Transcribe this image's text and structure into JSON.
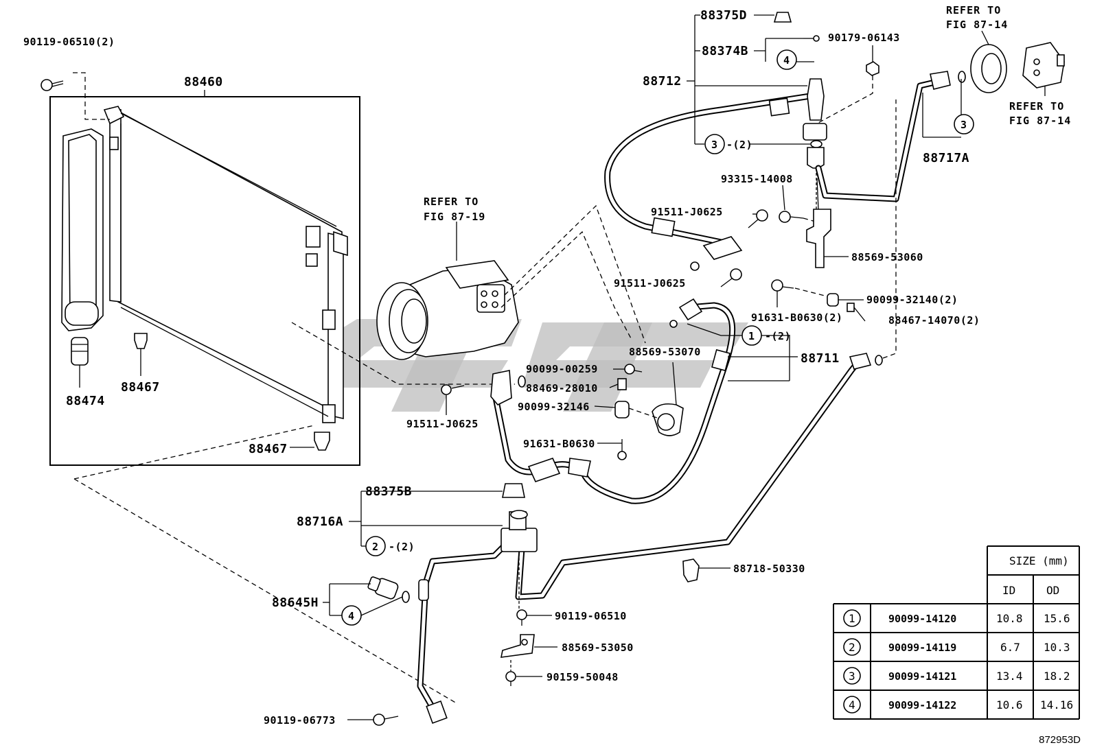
{
  "labels": {
    "p90119_06510_2": "90119-06510(2)",
    "p88460": "88460",
    "p88474": "88474",
    "p88467_a": "88467",
    "p88467_b": "88467",
    "ref_fig_87_19_l1": "REFER TO",
    "ref_fig_87_19_l2": "FIG 87-19",
    "p88375D": "88375D",
    "p88374B": "88374B",
    "p88712": "88712",
    "p90179_06143": "90179-06143",
    "ref_fig_87_14a_l1": "REFER TO",
    "ref_fig_87_14a_l2": "FIG 87-14",
    "ref_fig_87_14b_l1": "REFER TO",
    "ref_fig_87_14b_l2": "FIG 87-14",
    "p88717A": "88717A",
    "p93315_14008": "93315-14008",
    "p91511_J0625_a": "91511-J0625",
    "p91511_J0625_b": "91511-J0625",
    "p91511_J0625_c": "91511-J0625",
    "p88569_53060": "88569-53060",
    "p90099_32140_2": "90099-32140(2)",
    "p91631_B0630_2": "91631-B0630(2)",
    "p88467_14070_2": "88467-14070(2)",
    "p88569_53070": "88569-53070",
    "p88711": "88711",
    "p90099_00259": "90099-00259",
    "p88469_28010": "88469-28010",
    "p90099_32146": "90099-32146",
    "p91631_B0630": "91631-B0630",
    "p88375B": "88375B",
    "p88716A": "88716A",
    "p88645H": "88645H",
    "p88718_50330": "88718-50330",
    "p90119_06510": "90119-06510",
    "p88569_53050": "88569-53050",
    "p90159_50048": "90159-50048",
    "p90119_06773": "90119-06773",
    "qty_2": "-(2)",
    "callout_1": "1",
    "callout_2": "2",
    "callout_3": "3",
    "callout_4": "4"
  },
  "size_table": {
    "header": "SIZE (mm)",
    "col_id": "ID",
    "col_od": "OD",
    "rows": [
      {
        "ref": "1",
        "part": "90099-14120",
        "id": "10.8",
        "od": "15.6"
      },
      {
        "ref": "2",
        "part": "90099-14119",
        "id": "6.7",
        "od": "10.3"
      },
      {
        "ref": "3",
        "part": "90099-14121",
        "id": "13.4",
        "od": "18.2"
      },
      {
        "ref": "4",
        "part": "90099-14122",
        "id": "10.6",
        "od": "14.16"
      }
    ]
  },
  "diagram_code": "872953D"
}
